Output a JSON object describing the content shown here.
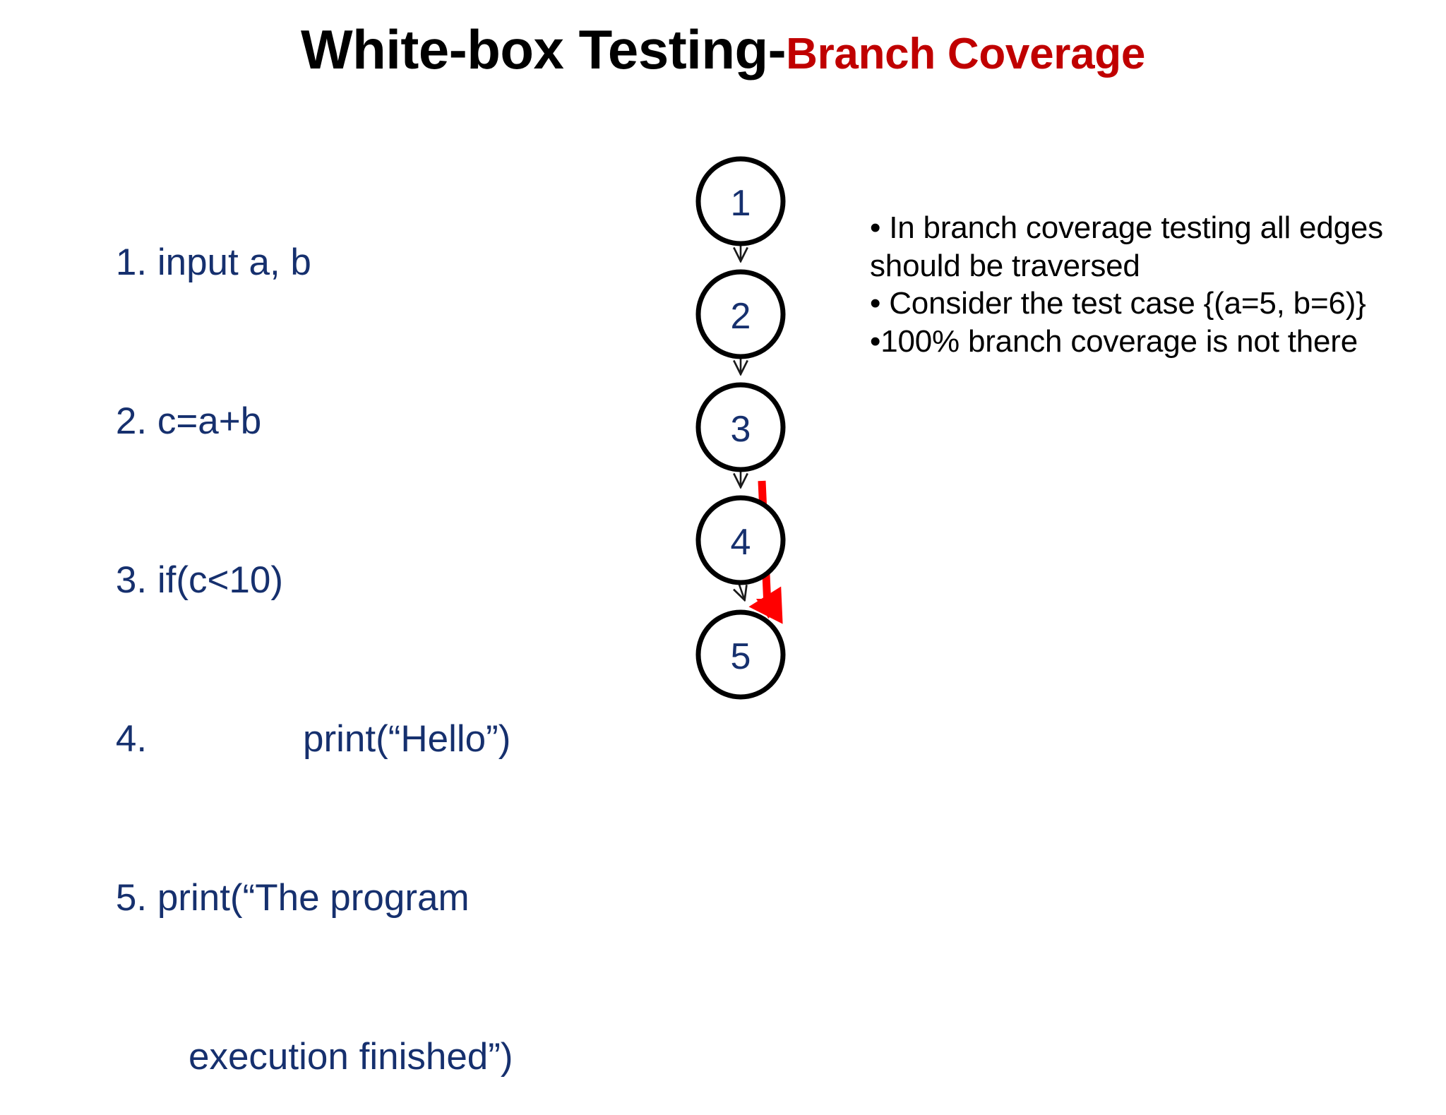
{
  "title": {
    "main": "White-box Testing-",
    "accent": "Branch Coverage",
    "main_color": "#000000",
    "accent_color": "#C00000"
  },
  "code_listing": {
    "text_color": "#16306E",
    "lines": [
      {
        "id": "line-1",
        "text": "1. input a, b"
      },
      {
        "id": "line-2",
        "text": "2. c=a+b"
      },
      {
        "id": "line-3",
        "text": "3. if(c<10)"
      },
      {
        "id": "line-4",
        "text": "4.               print(“Hello”)"
      },
      {
        "id": "line-5",
        "text": "5. print(“The program"
      },
      {
        "id": "line-5-cont",
        "text": "       execution finished”)"
      }
    ]
  },
  "flowchart": {
    "node_fill": "#ffffff",
    "node_stroke": "#000000",
    "node_label_color": "#16306E",
    "edge_color": "#1a1a1a",
    "highlight_color": "#FF0000",
    "nodes": [
      {
        "id": "node-1",
        "label": "1"
      },
      {
        "id": "node-2",
        "label": "2"
      },
      {
        "id": "node-3",
        "label": "3"
      },
      {
        "id": "node-4",
        "label": "4"
      },
      {
        "id": "node-5",
        "label": "5"
      }
    ],
    "edges": [
      {
        "from": "1",
        "to": "2"
      },
      {
        "from": "2",
        "to": "3"
      },
      {
        "from": "3",
        "to": "4"
      },
      {
        "from": "4",
        "to": "5"
      }
    ],
    "highlight_edge": {
      "from": "3",
      "to": "5"
    }
  },
  "notes": {
    "text_color": "#000000",
    "bullets": [
      {
        "id": "note-1",
        "text": "• In branch coverage testing all edges should be traversed"
      },
      {
        "id": "note-2",
        "text": "• Consider the test case {(a=5, b=6)}"
      },
      {
        "id": "note-3",
        "text": "•100% branch coverage is not there"
      }
    ]
  }
}
